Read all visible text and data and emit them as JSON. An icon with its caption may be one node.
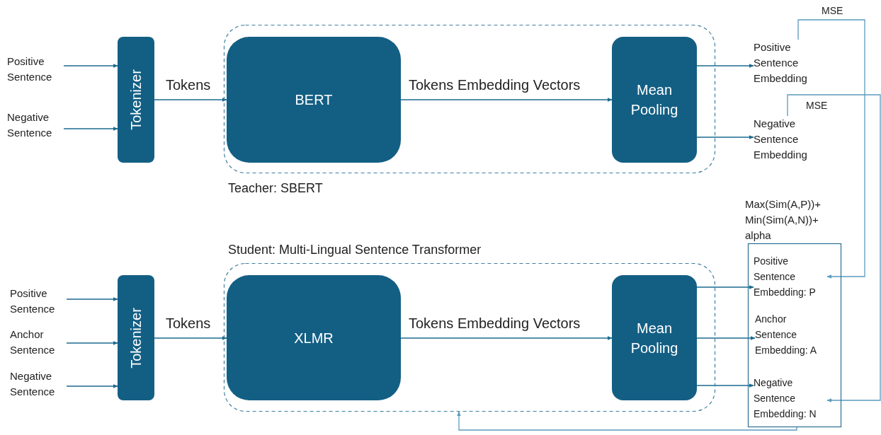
{
  "diagram": {
    "nodes": [
      {
        "text": [
          "Positive Sentence"
        ]
      },
      {
        "text": [
          "Negative Sentence"
        ]
      },
      {
        "text": [
          "Tokenizer"
        ]
      },
      {
        "text": [
          "Teacher: SBERT"
        ]
      },
      {
        "text": [
          "BERT"
        ],
        "in": 3
      },
      {
        "text": [
          "Mean Pooling"
        ],
        "in": 3
      },
      {
        "text": [
          "Positive Sentence Embedding"
        ]
      },
      {
        "text": [
          "Negative Sentence Embedding"
        ]
      },
      {
        "text": [
          "Positive Sentence"
        ]
      },
      {
        "text": [
          "Anchor Sentence"
        ]
      },
      {
        "text": [
          "Negative Sentence"
        ]
      },
      {
        "text": [
          "Tokenizer"
        ]
      },
      {
        "text": [
          "Student: Multi-Lingual Sentence Transformer"
        ]
      },
      {
        "text": [
          "XLMR"
        ],
        "in": 12
      },
      {
        "text": [
          "Mean Pooling"
        ],
        "in": 12
      },
      {
        "text": [
          "Max(Sim(A,P))+ Min(Sim(A,N))+ alpha"
        ]
      },
      {
        "text": [
          "Positive Sentence Embedding: P"
        ],
        "in": 15
      },
      {
        "text": [
          "Anchor Sentence Embedding: A"
        ],
        "in": 15
      },
      {
        "text": [
          "Negative Sentence Embedding: N"
        ],
        "in": 15
      }
    ],
    "edges": [
      {
        "from": 0,
        "to": 2,
        "arrow": "to"
      },
      {
        "from": 1,
        "to": 2,
        "arrow": "to"
      },
      {
        "from": 2,
        "to": 4,
        "arrow": "to",
        "label": "Tokens"
      },
      {
        "from": 4,
        "to": 5,
        "arrow": "to",
        "label": "Tokens Embedding Vectors"
      },
      {
        "from": 5,
        "to": 6,
        "arrow": "to"
      },
      {
        "from": 5,
        "to": 7,
        "arrow": "to"
      },
      {
        "from": 6,
        "to": 16,
        "arrow": "to",
        "label": "MSE",
        "color": "#5b9bbd"
      },
      {
        "from": 7,
        "to": 18,
        "arrow": "to",
        "label": "MSE",
        "color": "#5b9bbd"
      },
      {
        "from": 8,
        "to": 11,
        "arrow": "to"
      },
      {
        "from": 9,
        "to": 11,
        "arrow": "to"
      },
      {
        "from": 10,
        "to": 11,
        "arrow": "to"
      },
      {
        "from": 11,
        "to": 13,
        "arrow": "to",
        "label": "Tokens"
      },
      {
        "from": 13,
        "to": 14,
        "arrow": "to",
        "label": "Tokens Embedding Vectors"
      },
      {
        "from": 14,
        "to": 16,
        "arrow": "to"
      },
      {
        "from": 14,
        "to": 17,
        "arrow": "to"
      },
      {
        "from": 14,
        "to": 18,
        "arrow": "to"
      },
      {
        "from": 15,
        "to": 12,
        "arrow": "to",
        "color": "#5b9bbd"
      }
    ]
  }
}
